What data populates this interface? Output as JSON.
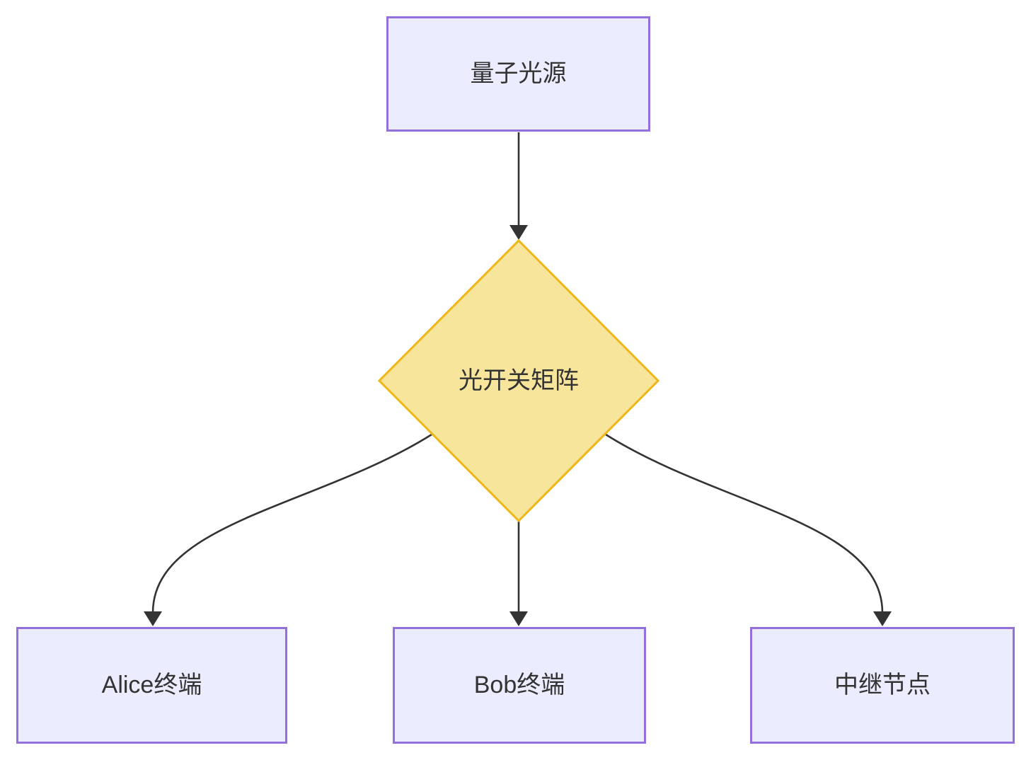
{
  "diagram": {
    "type": "flowchart",
    "direction": "top-down",
    "nodes": {
      "source": {
        "label": "量子光源",
        "shape": "rectangle"
      },
      "switch": {
        "label": "光开关矩阵",
        "shape": "diamond"
      },
      "alice": {
        "label": "Alice终端",
        "shape": "rectangle"
      },
      "bob": {
        "label": "Bob终端",
        "shape": "rectangle"
      },
      "relay": {
        "label": "中继节点",
        "shape": "rectangle"
      }
    },
    "edges": [
      {
        "from": "source",
        "to": "switch"
      },
      {
        "from": "switch",
        "to": "alice"
      },
      {
        "from": "switch",
        "to": "bob"
      },
      {
        "from": "switch",
        "to": "relay"
      }
    ],
    "colors": {
      "background": "#FFFFFF",
      "node_fill": "#ECECFF",
      "node_border": "#9370DB",
      "decision_fill": "#F6E59A",
      "decision_border": "#EEB717",
      "edge": "#333333",
      "text": "#333333"
    }
  }
}
